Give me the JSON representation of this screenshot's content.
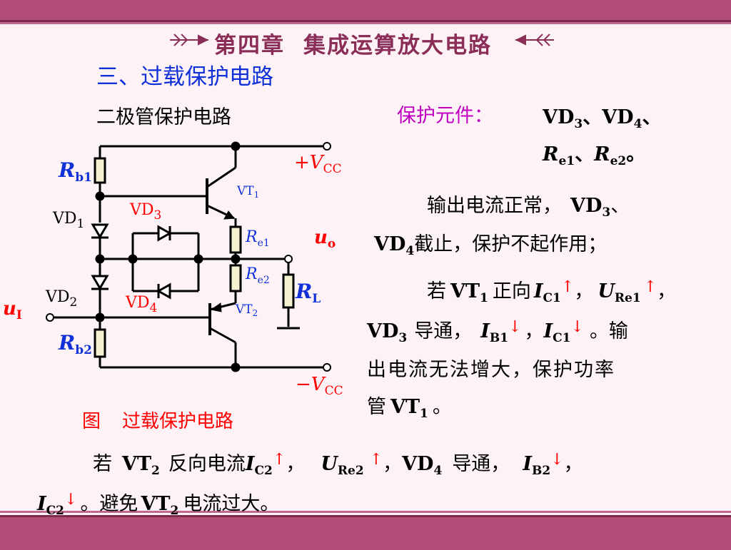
{
  "header": {
    "chapter": "第四章",
    "chapter_title": "集成运算放大电路"
  },
  "section_title": "三、过载保护电路",
  "subtitle": "二极管保护电路",
  "caption": {
    "label": "图",
    "text": "过载保护电路"
  },
  "circuit": {
    "rb1": "R",
    "rb1_sub": "b1",
    "rb2": "R",
    "rb2_sub": "b2",
    "vd1": "VD",
    "vd1_sub": "1",
    "vd2": "VD",
    "vd2_sub": "2",
    "vd3": "VD",
    "vd3_sub": "3",
    "vd4": "VD",
    "vd4_sub": "4",
    "vt1": "VT",
    "vt1_sub": "1",
    "vt2": "VT",
    "vt2_sub": "2",
    "re1": "R",
    "re1_sub": "e1",
    "re2": "R",
    "re2_sub": "e2",
    "rl": "R",
    "rl_sub": "L",
    "vcc_pos": "+V",
    "vcc_pos_sub": "CC",
    "vcc_neg": "−V",
    "vcc_neg_sub": "CC",
    "uo": "u",
    "uo_sub": "o",
    "ui": "u",
    "ui_sub": "I"
  },
  "protect": {
    "label": "保护元件：",
    "line1_a": "VD",
    "line1_a_sub": "3",
    "sep1": "、",
    "line1_b": "VD",
    "line1_b_sub": "4",
    "sep2": "、",
    "line2_a": "R",
    "line2_a_sub": "e1",
    "sep3": "、",
    "line2_b": "R",
    "line2_b_sub": "e2",
    "end": "。"
  },
  "normal": {
    "text1": "输出电流正常，",
    "vd3": "VD",
    "vd3_sub": "3",
    "sep": "、",
    "vd4": "VD",
    "vd4_sub": "4",
    "text2": "截止，保护不起作用；"
  },
  "vt1_para": {
    "ruo": "若",
    "vt1": "VT",
    "vt1_sub": "1",
    "zx": "正向",
    "ic1": "I",
    "ic1_sub": "C1",
    "comma1": "，",
    "ure1": "U",
    "ure1_sub": "Re1",
    "comma2": "，",
    "vd3": "VD",
    "vd3_sub": "3",
    "dt": "导通，",
    "ib1": "I",
    "ib1_sub": "B1",
    "comma3": "，",
    "ic1b": "I",
    "ic1b_sub": "C1",
    "out1": "。输",
    "line3": "出电流无法增大，保护功率",
    "guan": "管",
    "vt1b": "VT",
    "vt1b_sub": "1",
    "end": "。"
  },
  "vt2_para": {
    "ruo": "若",
    "vt2": "VT",
    "vt2_sub": "2",
    "fx": "反向电流",
    "ic2": "I",
    "ic2_sub": "C2",
    "comma1": "，",
    "ure2": "U",
    "ure2_sub": "Re2",
    "comma2": "，",
    "vd4": "VD",
    "vd4_sub": "4",
    "dt": "导通，",
    "ib2": "I",
    "ib2_sub": "B2",
    "comma3": "，",
    "ic2b": "I",
    "ic2b_sub": "C2",
    "end": "。避免",
    "vt2b": "VT",
    "vt2b_sub": "2",
    "end2": "电流过大。"
  },
  "arrows": {
    "up": "↑",
    "down": "↓"
  },
  "colors": {
    "band": "#b24d78",
    "title_blue": "#1030d8",
    "accent_red": "#ff0000",
    "magenta": "#c000c0"
  }
}
